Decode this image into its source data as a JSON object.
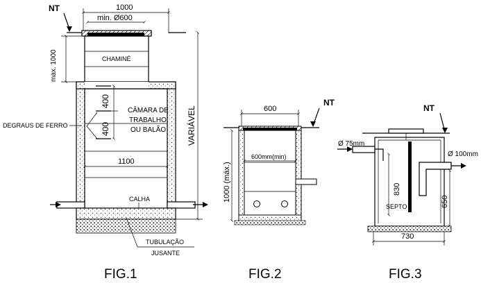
{
  "fig1": {
    "nt": "NT",
    "width_1000": "1000",
    "min_diameter": "min. Ø600",
    "max_1000": "max. 1000",
    "chamine": "CHAMINÉ",
    "dim_400_a": "400",
    "dim_400_b": "400",
    "camara_line1": "CÂMARA DE",
    "camara_line2": "TRABALHO",
    "camara_line3": "OU BALÃO",
    "degraus": "DEGRAUS DE FERRO",
    "variavel": "VARIÁVEL",
    "width_1100": "1100",
    "calha": "CALHA",
    "tubulacao": "TUBULAÇÃO",
    "jusante": "JUSANTE",
    "caption": "FIG.1"
  },
  "fig2": {
    "width_600": "600",
    "nt": "NT",
    "inner_600": "600mm(min)",
    "height_1000": "1000 (máx.)",
    "caption": "FIG.2"
  },
  "fig3": {
    "nt": "NT",
    "inlet": "Ø 75mm",
    "outlet": "Ø 100mm",
    "dim_830": "830",
    "dim_650": "650",
    "septo": "SEPTO",
    "width_730": "730",
    "caption": "FIG.3"
  },
  "colors": {
    "line": "#000000",
    "background": "#ffffff",
    "hatch": "#555555"
  }
}
